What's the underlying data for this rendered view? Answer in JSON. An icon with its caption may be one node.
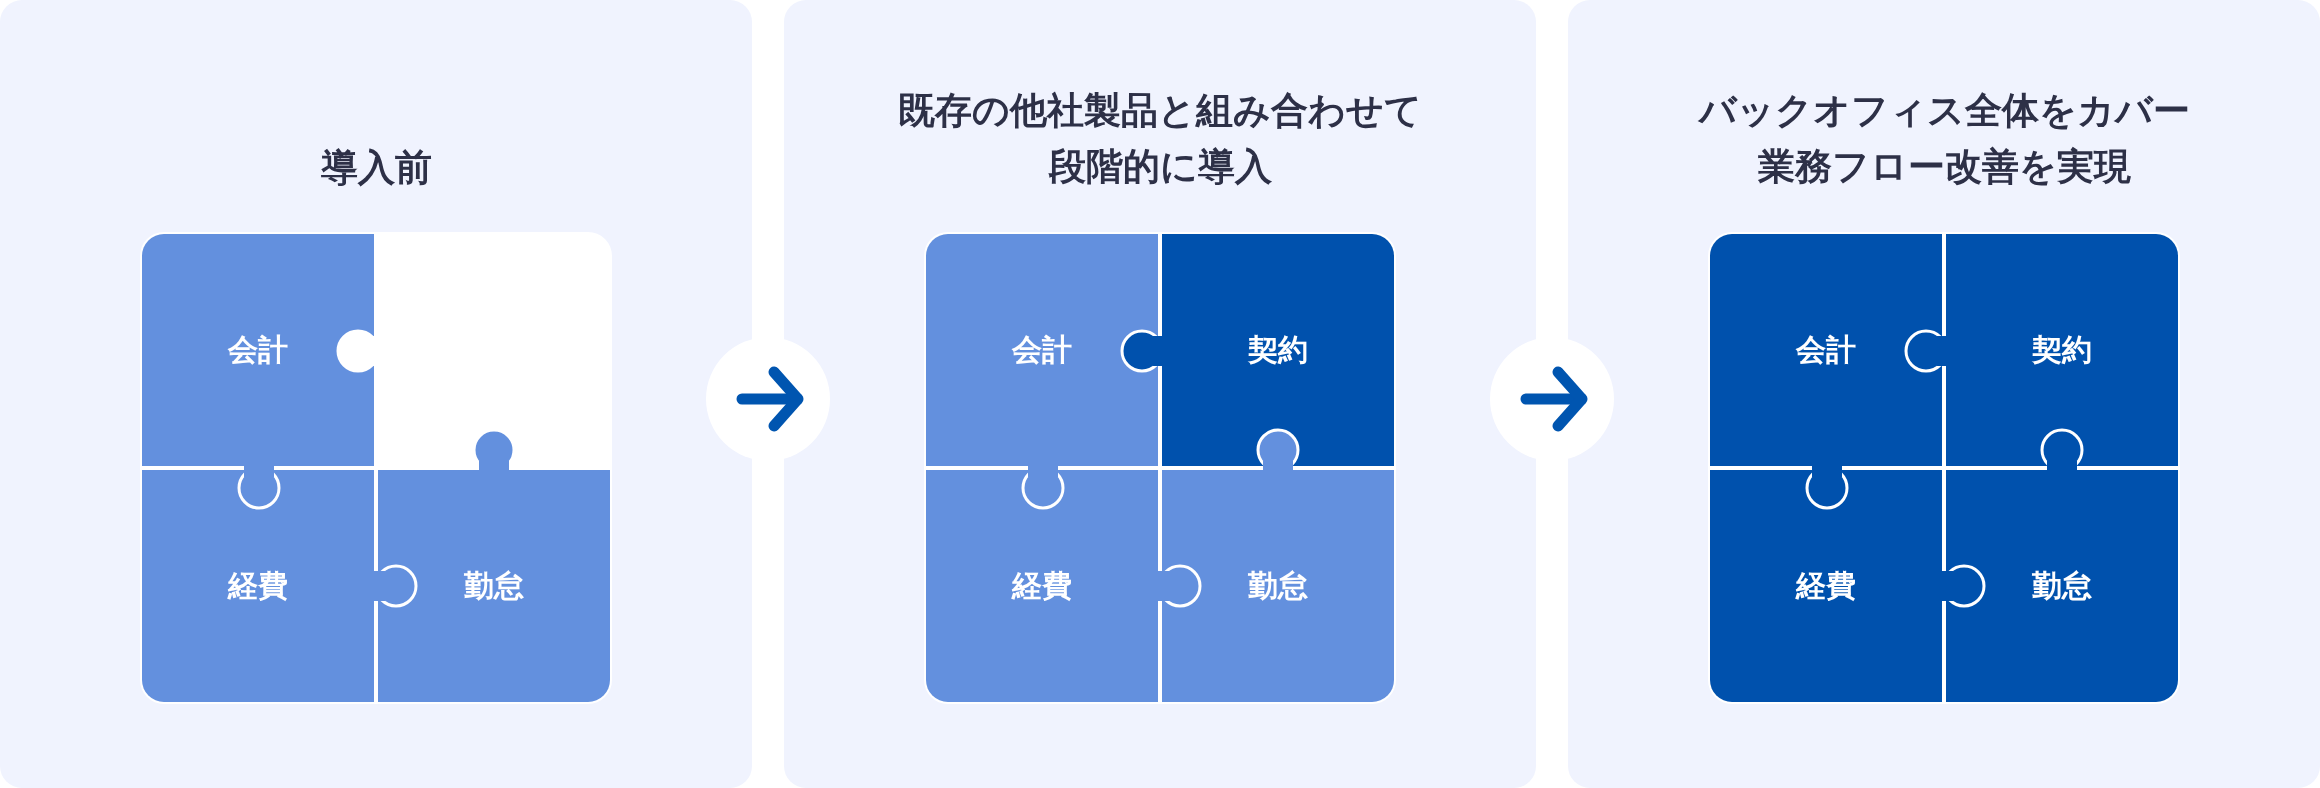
{
  "diagram": {
    "nodes": [
      {
        "text": [
          "導入前"
        ]
      },
      {
        "text": [
          "会計"
        ],
        "in": 0
      },
      {
        "text": [],
        "shape": "box",
        "in": 0
      },
      {
        "text": [
          "経費"
        ],
        "in": 0
      },
      {
        "text": [
          "勤怠"
        ],
        "in": 0
      },
      {
        "text": [
          "既存の他社製品と組み合わせて段階的に導入"
        ]
      },
      {
        "text": [
          "会計"
        ],
        "in": 5
      },
      {
        "text": [
          "契約"
        ],
        "in": 5
      },
      {
        "text": [
          "経費"
        ],
        "in": 5
      },
      {
        "text": [
          "勤怠"
        ],
        "in": 5
      },
      {
        "text": [
          "バックオフィス全体をカバー業務フロー改善を実現"
        ]
      },
      {
        "text": [
          "会計"
        ],
        "in": 10
      },
      {
        "text": [
          "契約"
        ],
        "in": 10
      },
      {
        "text": [
          "経費"
        ],
        "in": 10
      },
      {
        "text": [
          "勤怠"
        ],
        "in": 10
      }
    ],
    "edges": [
      {
        "from": 0,
        "to": 5,
        "arrow": "to"
      },
      {
        "from": 5,
        "to": 10,
        "arrow": "to"
      }
    ]
  }
}
